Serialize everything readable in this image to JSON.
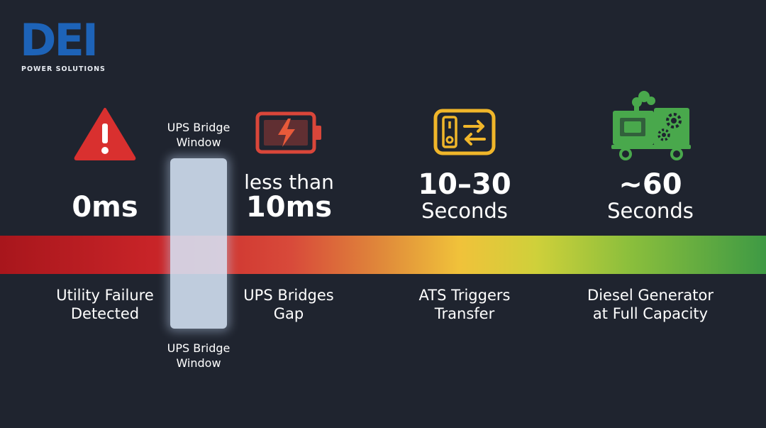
{
  "brand": {
    "logo_text": "DEI",
    "tagline": "POWER SOLUTIONS"
  },
  "bridge": {
    "label_top": [
      "UPS Bridge",
      "Window"
    ],
    "label_bottom": [
      "UPS Bridge",
      "Window"
    ]
  },
  "stages": [
    {
      "icon": "warning-triangle-icon",
      "value": "0ms",
      "caption": [
        "Utility Failure",
        "Detected"
      ],
      "color": "#d9302f"
    },
    {
      "icon": "battery-charging-icon",
      "value_prefix": "less than",
      "value": "10ms",
      "caption": [
        "UPS Bridges",
        "Gap"
      ],
      "color": "#d9463a"
    },
    {
      "icon": "transfer-switch-icon",
      "value": "10–30",
      "value_unit": "Seconds",
      "caption": [
        "ATS Triggers",
        "Transfer"
      ],
      "color": "#f0b62a"
    },
    {
      "icon": "diesel-generator-icon",
      "value": "~60",
      "value_unit": "Seconds",
      "caption": [
        "Diesel Generator",
        "at Full Capacity"
      ],
      "color": "#49a84c"
    }
  ],
  "timeline_colors": [
    "#a8161c",
    "#d84a3a",
    "#f0c23a",
    "#8cbf3c",
    "#3e9a44"
  ]
}
